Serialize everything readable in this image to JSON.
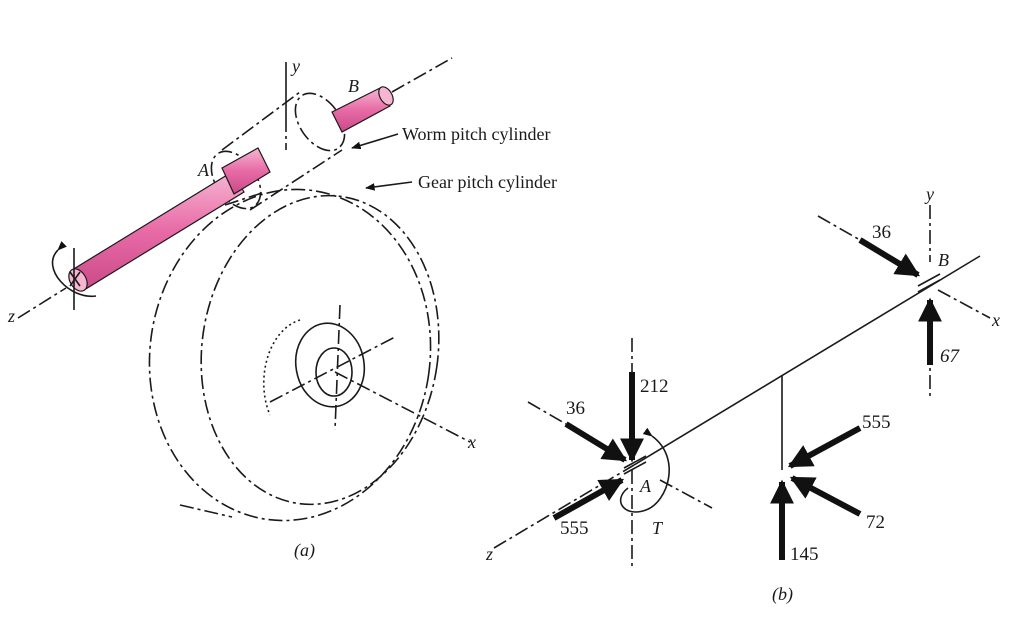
{
  "figure_a": {
    "caption": "(a)",
    "axes": {
      "y": "y",
      "z": "z",
      "x": "x"
    },
    "points": {
      "A": "A",
      "B": "B"
    },
    "annotations": {
      "worm": "Worm pitch cylinder",
      "gear": "Gear pitch cylinder"
    },
    "shaft_color": "#e86aa6"
  },
  "figure_b": {
    "caption": "(b)",
    "axes": {
      "y": "y",
      "z": "z",
      "x": "x"
    },
    "points": {
      "A": "A",
      "B": "B"
    },
    "torque_label": "T",
    "forces": {
      "B_axial": "36",
      "B_vertical": "67",
      "A_down": "212",
      "A_axial": "36",
      "A_radial": "555",
      "W_555": "555",
      "W_72": "72",
      "W_145": "145"
    }
  }
}
